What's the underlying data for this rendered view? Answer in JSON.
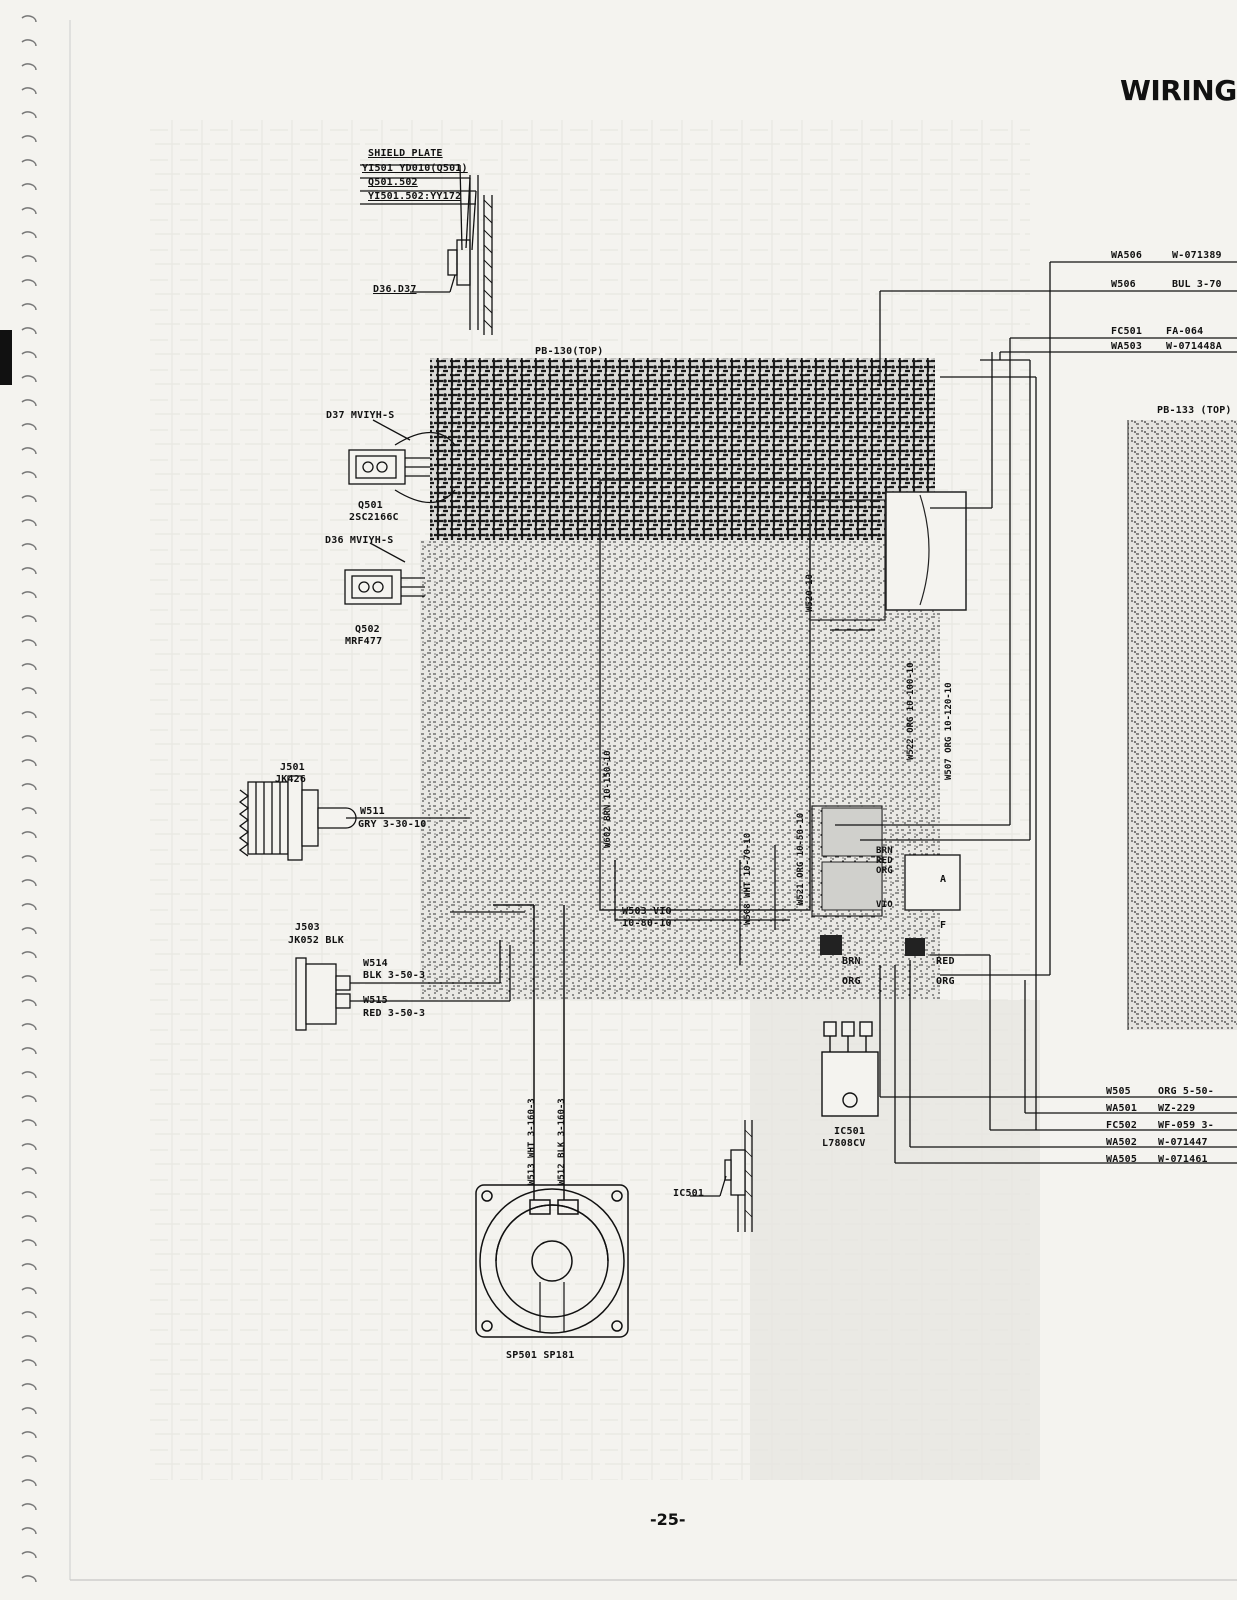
{
  "header": {
    "title": "WIRING"
  },
  "page_number": "-25-",
  "boards": {
    "pb130": "PB-130(TOP)",
    "pb133": "PB-133 (TOP)"
  },
  "shield": {
    "title": "SHIELD PLATE",
    "line1": "YI501 YD010(Q501)",
    "line2": "Q501.502",
    "line3": "YI501.502:YY172",
    "diodes": "D36.D37"
  },
  "components": {
    "d37": "D37 MVIYH-S",
    "q501a": "Q501",
    "q501b": "2SC2166C",
    "d36": "D36 MVIYH-S",
    "q502a": "Q502",
    "q502b": "MRF477",
    "j501a": "J501",
    "j501b": "JK426",
    "w511a": "W511",
    "w511b": "GRY 3-30-10",
    "j503a": "J503",
    "j503b": "JK052 BLK",
    "w514a": "W514",
    "w514b": "BLK  3-50-3",
    "w515a": "W515",
    "w515b": "RED  3-50-3",
    "w513": "W513 WHT  3-160-3",
    "w512": "W512 BLK  3-160-3",
    "sp501": "SP501  SP181",
    "ic501_side": "IC501",
    "ic501a": "IC501",
    "ic501b": "L7808CV"
  },
  "board_labels": {
    "w602": "W602  BRN  10-150-10",
    "w522": "W522  ORG  10-100-10",
    "w507": "W507  ORG  10-120-10",
    "w520": "W520-10",
    "w521": "W521  ORG  10-50-10",
    "w508": "W508 WHT 10-70-10",
    "w503a": "W503  VIO",
    "w503b": "10-80-10",
    "brn": "BRN",
    "red": "RED",
    "org": "ORG",
    "vio": "VIO",
    "conn_a": "A",
    "conn_f": "F",
    "red2": "RED",
    "org2": "ORG",
    "brn2": "BRN",
    "org3": "ORG"
  },
  "wire_table_top": [
    {
      "id": "WA506",
      "part": "W-071389"
    },
    {
      "id": "W506",
      "part": "BUL  3-70"
    },
    {
      "id": "FC501",
      "part": "FA-064"
    },
    {
      "id": "WA503",
      "part": "W-071448A"
    }
  ],
  "wire_table_bottom": [
    {
      "id": "W505",
      "part": "ORG    5-50-"
    },
    {
      "id": "WA501",
      "part": "WZ-229"
    },
    {
      "id": "FC502",
      "part": "WF-059    3-"
    },
    {
      "id": "WA502",
      "part": "W-071447"
    },
    {
      "id": "WA505",
      "part": "W-071461"
    }
  ]
}
